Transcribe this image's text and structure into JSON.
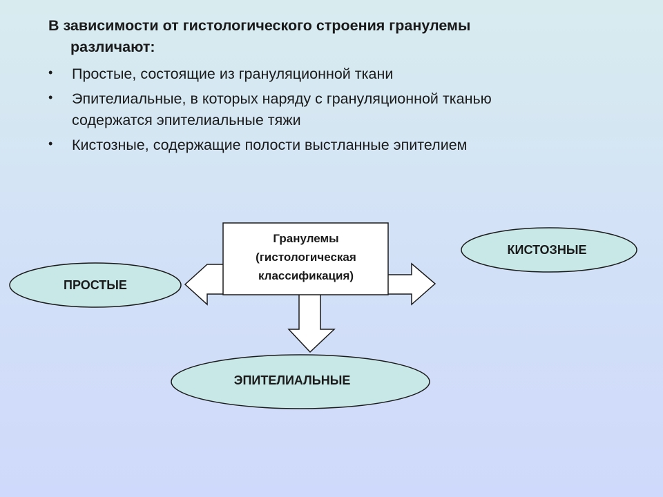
{
  "heading": {
    "line1": "В зависимости от гистологического строения гранулемы",
    "line2": "различают:"
  },
  "bullets": [
    {
      "symbol": "•",
      "lines": [
        "Простые, состоящие из грануляционной ткани"
      ]
    },
    {
      "symbol": "•",
      "lines": [
        "Эпителиальные, в которых наряду с грануляционной тканью",
        "содержатся эпителиальные тяжи"
      ]
    },
    {
      "symbol": "•",
      "lines": [
        "Кистозные, содержащие полости выстланные эпителием"
      ]
    }
  ],
  "diagram": {
    "center": {
      "lines": [
        "Гранулемы",
        "(гистологическая",
        "классификация)"
      ]
    },
    "nodes": {
      "simple": "ПРОСТЫЕ",
      "cystic": "КИСТОЗНЫЕ",
      "epithelial": "ЭПИТЕЛИАЛЬНЫЕ"
    },
    "colors": {
      "node_fill": "#c7e8e6",
      "arrow_fill": "#ffffff",
      "stroke": "#1a1a1a"
    }
  }
}
